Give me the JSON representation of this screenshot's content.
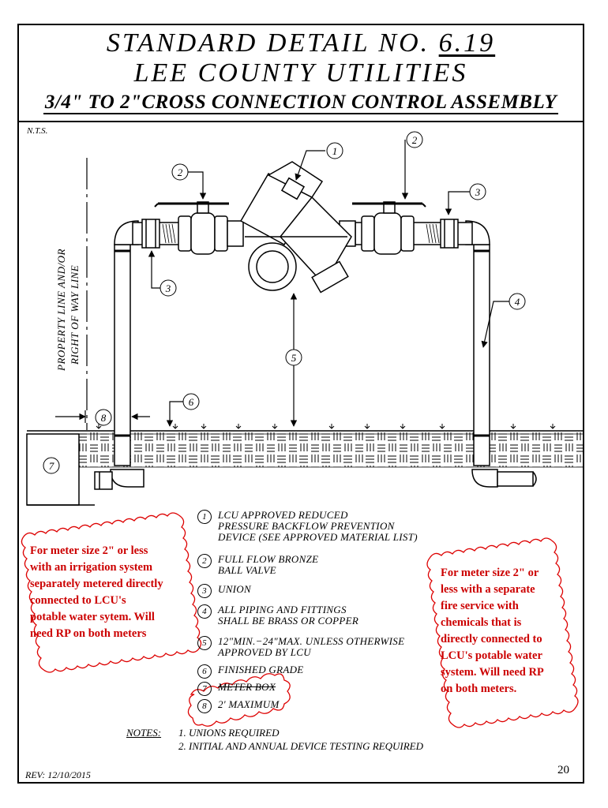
{
  "title": {
    "line1_prefix": "STANDARD  DETAIL  NO.",
    "line1_number": "6.19",
    "line2": "LEE  COUNTY  UTILITIES",
    "line3": "3/4\"  TO  2\"CROSS  CONNECTION  CONTROL  ASSEMBLY"
  },
  "scale_note": "N.T.S.",
  "side_label": {
    "line1": "PROPERTY  LINE  AND/OR",
    "line2": "RIGHT  OF  WAY  LINE"
  },
  "callout_numbers": [
    "1",
    "2",
    "3",
    "4",
    "5",
    "6",
    "7",
    "8"
  ],
  "legend": [
    {
      "num": "1",
      "lines": [
        "LCU  APPROVED  REDUCED",
        "PRESSURE  BACKFLOW  PREVENTION",
        "DEVICE  (SEE  APPROVED  MATERIAL  LIST)"
      ]
    },
    {
      "num": "2",
      "lines": [
        "FULL  FLOW  BRONZE",
        "BALL  VALVE"
      ]
    },
    {
      "num": "3",
      "lines": [
        "UNION"
      ]
    },
    {
      "num": "4",
      "lines": [
        "ALL  PIPING   AND  FITTINGS",
        "SHALL  BE  BRASS  OR  COPPER"
      ]
    },
    {
      "num": "5",
      "lines": [
        "12\"MIN.−24\"MAX. UNLESS  OTHERWISE",
        "APPROVED  BY  LCU"
      ]
    },
    {
      "num": "6",
      "lines": [
        "FINISHED  GRADE"
      ]
    },
    {
      "num": "7",
      "lines": [
        "METER  BOX"
      ]
    },
    {
      "num": "8",
      "lines": [
        "2'  MAXIMUM"
      ]
    }
  ],
  "notes": {
    "label": "NOTES:",
    "items": [
      "1.  UNIONS  REQUIRED",
      "2.  INITIAL  AND  ANNUAL  DEVICE  TESTING  REQUIRED"
    ]
  },
  "revision": "REV:  12/10/2015",
  "page_number": "20",
  "annotations": {
    "left": [
      "For meter size 2\" or less",
      "with an irrigation system",
      "separately metered directly",
      "connected to LCU's",
      "potable water sytem. Will",
      "need RP on both meters"
    ],
    "right": [
      "For meter size 2\" or",
      "less with a separate",
      "fire service with",
      "chemicals that is",
      "directly connected to",
      "LCU's potable water",
      "system. Will need RP",
      "on both meters."
    ]
  },
  "colors": {
    "annotation": "#cc0000",
    "line": "#000000"
  }
}
